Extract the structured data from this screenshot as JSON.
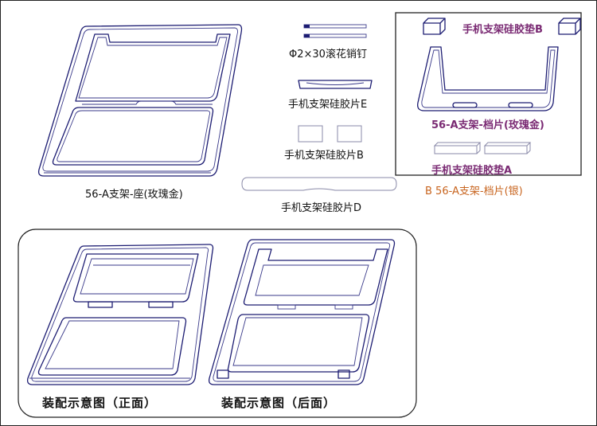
{
  "labels": {
    "base_rose_gold": "56-A支架-座(玫瑰金)",
    "knurled_pin": "Φ2×30滚花销钉",
    "silicone_sheet_e": "手机支架硅胶片E",
    "silicone_sheet_b": "手机支架硅胶片B",
    "silicone_sheet_d": "手机支架硅胶片D",
    "silicone_pad_b": "手机支架硅胶垫B",
    "stopper_rose_gold": "56-A支架-档片(玫瑰金)",
    "silicone_pad_a": "手机支架硅胶垫A",
    "stopper_silver": "B 56-A支架-档片(银)",
    "assembly_front": "装配示意图（正面）",
    "assembly_back": "装配示意图（后面）"
  },
  "colors": {
    "line": "#1c1c72",
    "label_purple": "#7a2a73",
    "label_orange": "#c8641e",
    "frame": "#222222"
  }
}
